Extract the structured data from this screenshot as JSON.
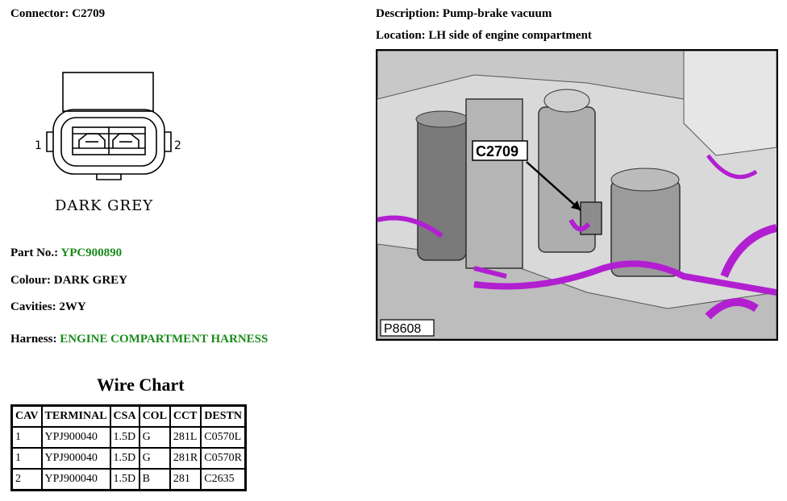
{
  "connector": {
    "label": "Connector:",
    "value": "C2709"
  },
  "description": {
    "label": "Description:",
    "value": "Pump-brake vacuum"
  },
  "location": {
    "label": "Location:",
    "value": "LH side of engine compartment"
  },
  "diagram": {
    "pin_left": "1",
    "pin_right": "2",
    "colour_caption": "DARK GREY"
  },
  "photo": {
    "callout": "C2709",
    "figure_id": "P8608"
  },
  "part_no": {
    "label": "Part No.:",
    "value": "YPC900890"
  },
  "colour": {
    "label": "Colour:",
    "value": "DARK GREY"
  },
  "cavities": {
    "label": "Cavities:",
    "value": "2WY"
  },
  "harness": {
    "label": "Harness:",
    "value": "ENGINE COMPARTMENT HARNESS"
  },
  "wire_chart": {
    "title": "Wire Chart",
    "headers": [
      "CAV",
      "TERMINAL",
      "CSA",
      "COL",
      "CCT",
      "DESTN"
    ],
    "rows": [
      [
        "1",
        "YPJ900040",
        "1.5D",
        "G",
        "281L",
        "C0570L"
      ],
      [
        "1",
        "YPJ900040",
        "1.5D",
        "G",
        "281R",
        "C0570R"
      ],
      [
        "2",
        "YPJ900040",
        "1.5D",
        "B",
        "281",
        "C2635"
      ]
    ]
  },
  "colors": {
    "link_green": "#1a8a1a",
    "harness_magenta": "#b21fd1"
  }
}
